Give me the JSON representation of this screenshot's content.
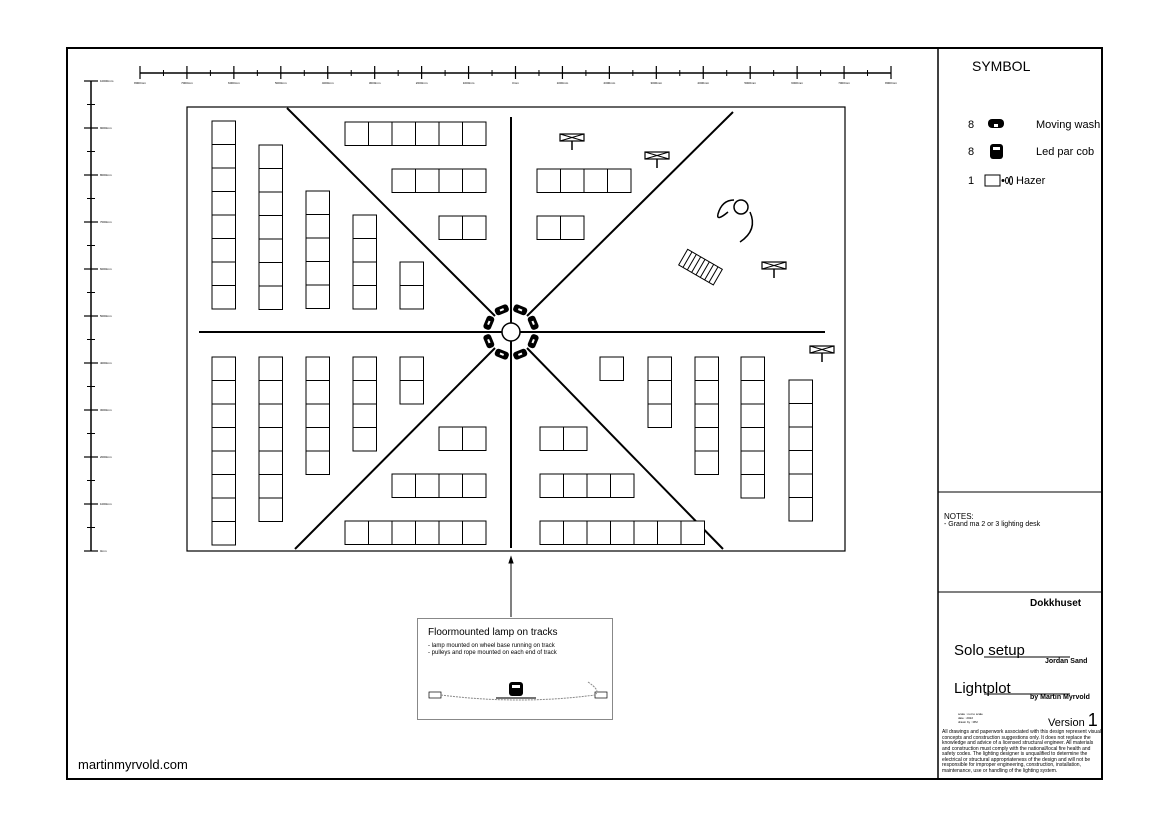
{
  "ruler_top": {
    "labels": [
      "8000mm",
      "7000mm",
      "6000mm",
      "5000mm",
      "4000mm",
      "3000mm",
      "2000mm",
      "1000mm",
      "0mm",
      "1000mm",
      "2000mm",
      "3000mm",
      "4000mm",
      "5000mm",
      "6000mm",
      "7000mm",
      "8000mm"
    ]
  },
  "ruler_left": {
    "labels": [
      "10000mm",
      "9000mm",
      "8000mm",
      "7000mm",
      "6000mm",
      "5000mm",
      "4000mm",
      "3000mm",
      "2000mm",
      "1000mm",
      "0mm"
    ]
  },
  "symbols": {
    "title": "SYMBOL",
    "items": [
      {
        "count": "8",
        "icon": "moving-wash-icon",
        "label": "Moving wash"
      },
      {
        "count": "8",
        "icon": "led-par-cob-icon",
        "label": "Led par cob"
      },
      {
        "count": "1",
        "icon": "hazer-icon",
        "label": "Hazer"
      }
    ]
  },
  "notes": {
    "title": "NOTES:",
    "lines": [
      "- Grand ma 2 or 3 lighting desk"
    ]
  },
  "title_block": {
    "venue": "Dokkhuset",
    "show_title": "Solo setup",
    "show_subtitle": "Jordan Sand",
    "plot_title": "Lightplot",
    "plot_subtitle": "by Martin Myrvold",
    "meta": [
      "scale : not to scale",
      "date : 2022",
      "drawn by : MM"
    ],
    "version_label": "Version",
    "version_number": "1",
    "disclaimer": "All drawings and paperwork associated with this design represent visual concepts and construction suggestions only. It does not replace the knowledge and advice of a licensed structural engineer. All materials and construction must comply with the national/local fire health and safety codes. The lighting designer is unqualified to determine the electrical or structural appropriateness of the design and will not be responsible for improper engineering, construction, installation, maintenance, use or handling of the lighting system."
  },
  "detail_box": {
    "title": "Floormounted lamp on tracks",
    "lines": [
      "- lamp mounted on wheel base running on track",
      "- pulleys and rope mounted on each end of track"
    ]
  },
  "website": "martinmyrvold.com"
}
